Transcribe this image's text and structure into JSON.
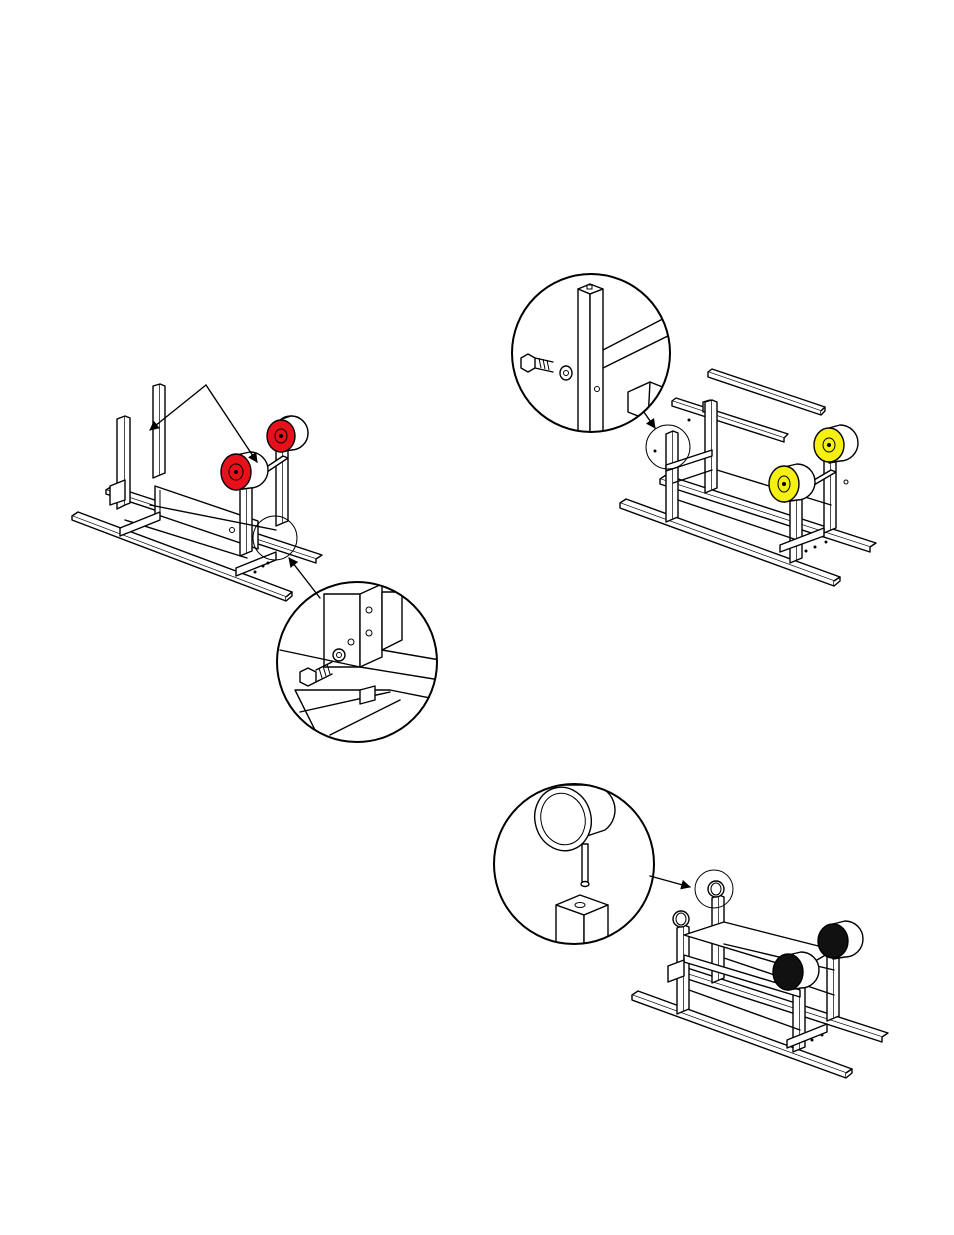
{
  "page": {
    "background": "#ffffff"
  },
  "colors": {
    "step1_pads": "#e8101a",
    "step2_pads": "#f5ef12",
    "step3_pads": "#111111",
    "line": "#000000"
  },
  "figures": [
    {
      "id": "step1-frame",
      "pads": "red",
      "callout": "bolt-and-washer-into-bracket"
    },
    {
      "id": "step2-frame",
      "pads": "yellow",
      "callout": "bolt-and-washer-into-upright"
    },
    {
      "id": "step3-frame",
      "pads": "black",
      "callout": "cap-into-upright-top"
    }
  ]
}
